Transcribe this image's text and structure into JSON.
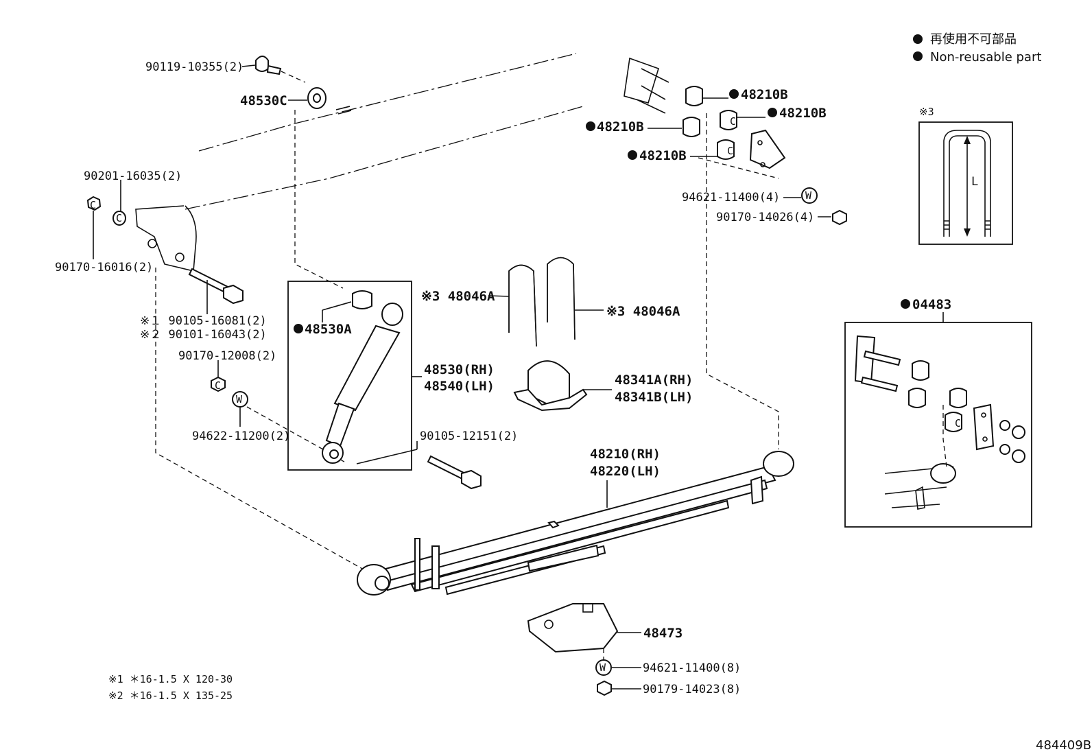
{
  "legend": {
    "jp": "再使用不可部品",
    "en": "Non-reusable part"
  },
  "labels": {
    "p90119": "90119-10355(2)",
    "p48530c": "48530C",
    "p90201": "90201-16035(2)",
    "p90170_16016": "90170-16016(2)",
    "p90105_16081": "※１ 90105-16081(2)",
    "p90101_16043": "※２ 90101-16043(2)",
    "p90170_12008": "90170-12008(2)",
    "p94622": "94622-11200(2)",
    "p48530a": "48530A",
    "p48530rh": "48530(RH)",
    "p48540lh": "48540(LH)",
    "p48046a_left": "※3 48046A",
    "p48046a_right": "※3 48046A",
    "p48341a": "48341A(RH)",
    "p48341b": "48341B(LH)",
    "p90105_12151": "90105-12151(2)",
    "p48210rh": "48210(RH)",
    "p48220lh": "48220(LH)",
    "p48473": "48473",
    "p94621_8": "94621-11400(8)",
    "p90179": "90179-14023(8)",
    "p48210b_1": "48210B",
    "p48210b_2": "48210B",
    "p48210b_3": "48210B",
    "p48210b_4": "48210B",
    "p94621_4": "94621-11400(4)",
    "p90170_14026": "90170-14026(4)",
    "p04483": "04483",
    "note3": "※3",
    "dim_l": "L"
  },
  "footnotes": {
    "f1": "※1  ＊16-1.5 X 120-30",
    "f2": "※2  ＊16-1.5 X 135-25"
  },
  "figure_id": "484409B",
  "icons": {
    "non_reusable": "filled-circle-icon",
    "washer": "washer-w-icon",
    "nut": "nut-c-icon"
  }
}
